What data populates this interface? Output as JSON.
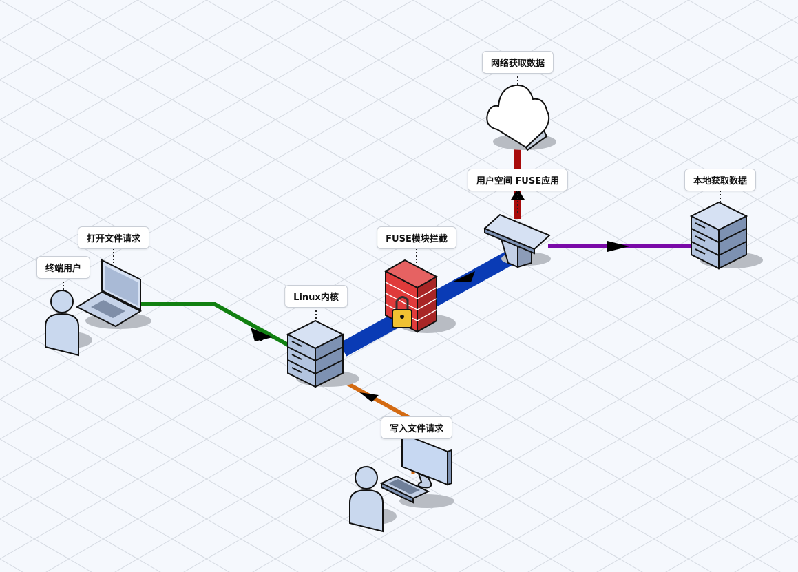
{
  "labels": {
    "terminal_user": "终端用户",
    "open_file_request": "打开文件请求",
    "linux_kernel": "Linux内核",
    "fuse_intercept": "FUSE模块拦截",
    "userspace_fuse_app": "用户空间 FUSE应用",
    "network_data": "网络获取数据",
    "local_data": "本地获取数据",
    "write_file_request": "写入文件请求"
  },
  "icons": {
    "terminal_user": "person-icon",
    "laptop": "laptop-icon",
    "linux_kernel": "server-icon",
    "fuse_module": "firewall-lock-icon",
    "fuse_app": "flat-node-icon",
    "network": "cloud-icon",
    "local_storage": "server-icon",
    "write_user": "person-icon",
    "monitor": "monitor-icon"
  },
  "connections": [
    {
      "name": "open-request-link",
      "color": "#118011"
    },
    {
      "name": "kernel-to-fuse-link",
      "color": "#0a3bb5"
    },
    {
      "name": "fuse-app-to-network-link",
      "color": "#a80b0b"
    },
    {
      "name": "fuse-app-to-local-link",
      "color": "#7a0aa8"
    },
    {
      "name": "write-request-link",
      "color": "#d36a12"
    }
  ]
}
